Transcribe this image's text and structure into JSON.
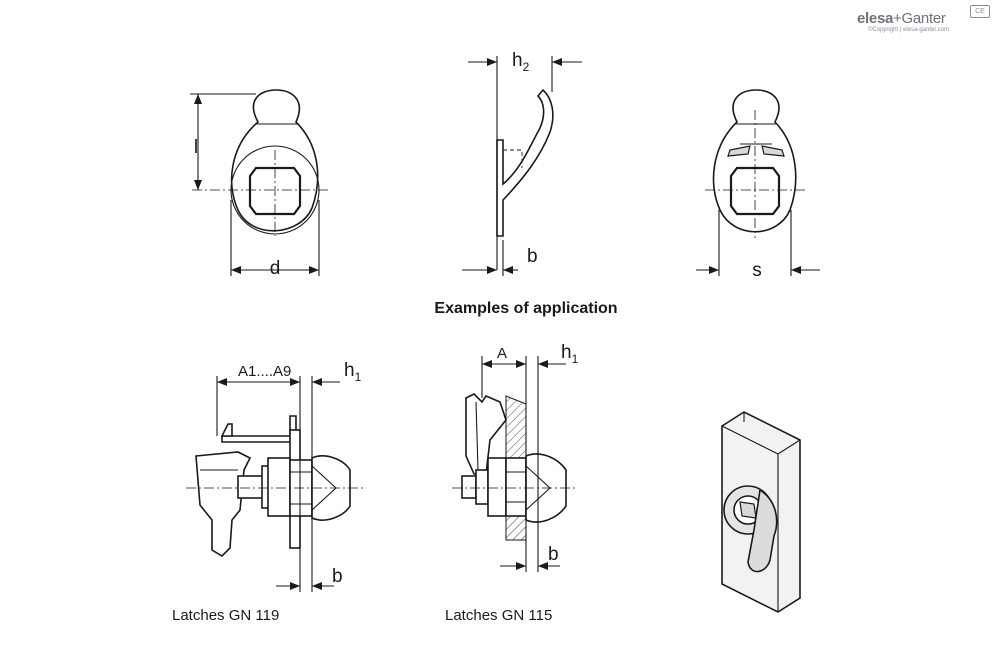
{
  "labels": {
    "l": "l",
    "d": "d",
    "h2_main": "h",
    "h2_sub": "2",
    "b_top": "b",
    "s": "s",
    "a_range": "A1....A9",
    "h1_left_main": "h",
    "h1_left_sub": "1",
    "b_left": "b",
    "a_right": "A",
    "h1_right_main": "h",
    "h1_right_sub": "1",
    "b_right": "b"
  },
  "heading": "Examples of application",
  "captions": {
    "left": "Latches GN 119",
    "right": "Latches GN 115"
  },
  "brand": {
    "name_bold": "elesa",
    "name_light": "+Ganter",
    "copyright": "©Copyright | elesa-ganter.com",
    "mark": "CE"
  }
}
